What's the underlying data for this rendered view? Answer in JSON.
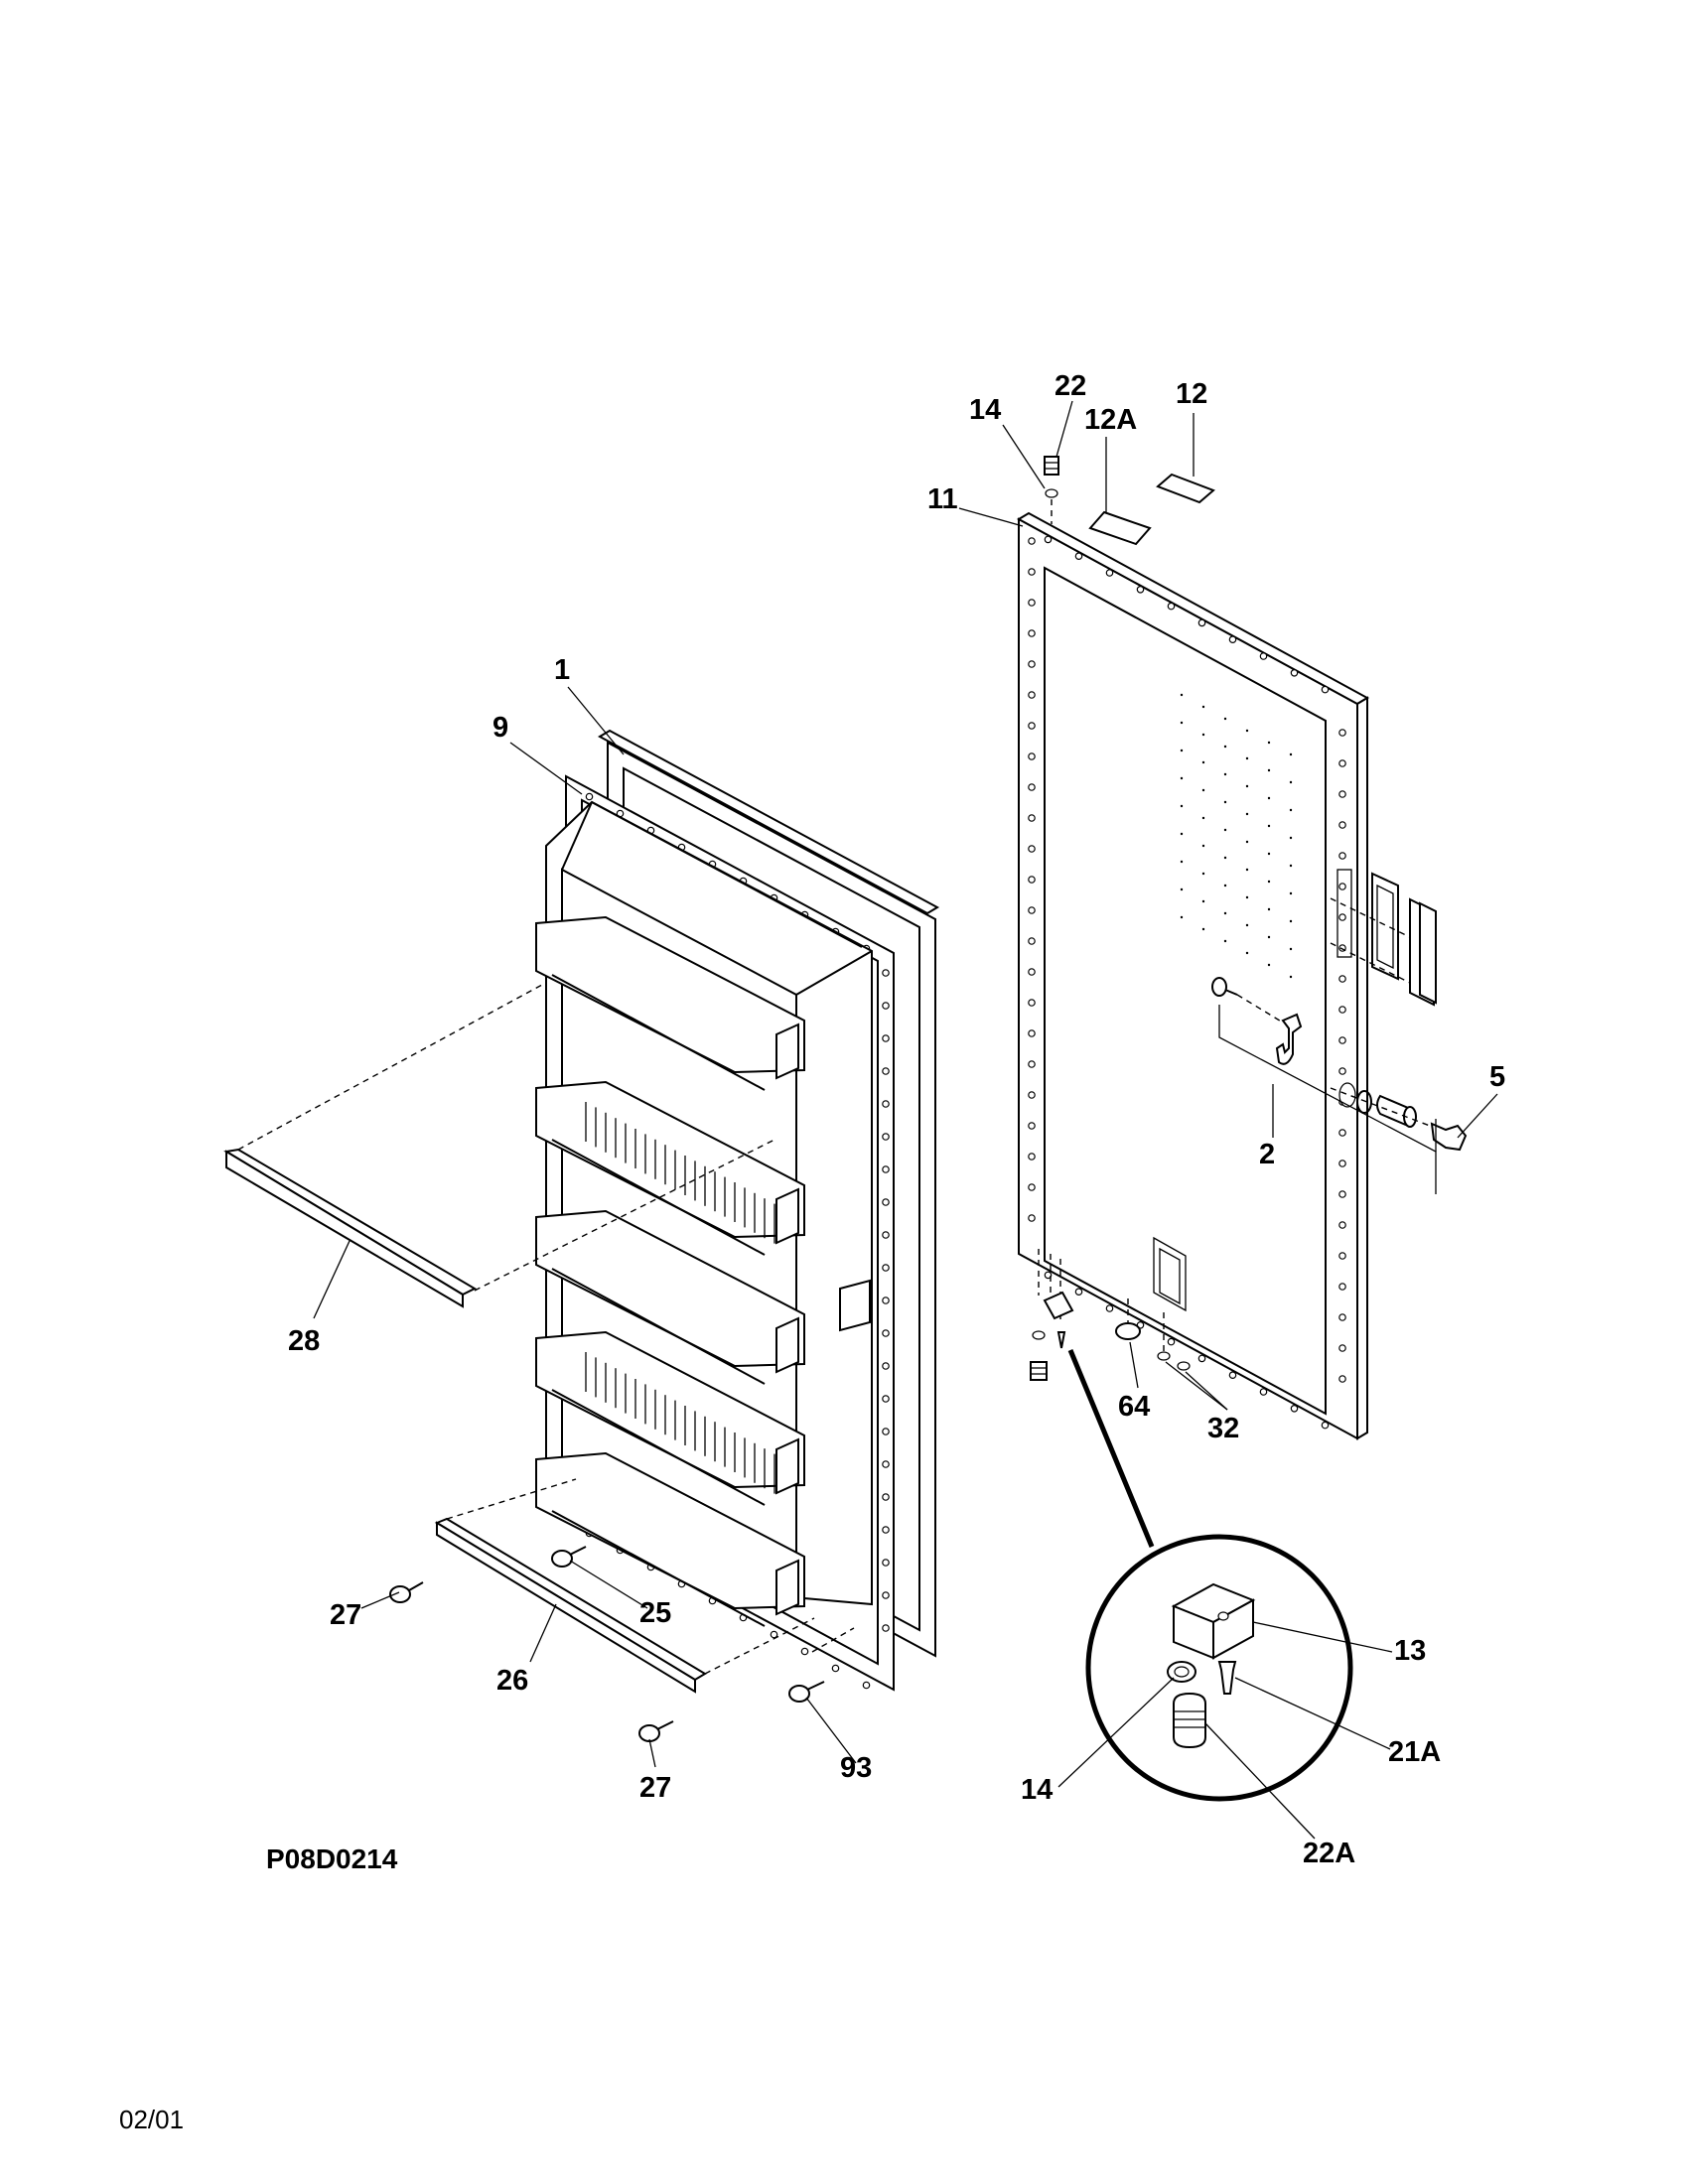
{
  "drawing_code": "P08D0214",
  "page_date": "02/01",
  "callouts": {
    "c1": "1",
    "c9": "9",
    "c11": "11",
    "c14_top": "14",
    "c22": "22",
    "c12A": "12A",
    "c12": "12",
    "c5": "5",
    "c2": "2",
    "c28": "28",
    "c64": "64",
    "c32": "32",
    "c27_left": "27",
    "c25": "25",
    "c26": "26",
    "c27_bottom": "27",
    "c93": "93",
    "c13": "13",
    "c21A": "21A",
    "c14_detail": "14",
    "c22A": "22A"
  }
}
